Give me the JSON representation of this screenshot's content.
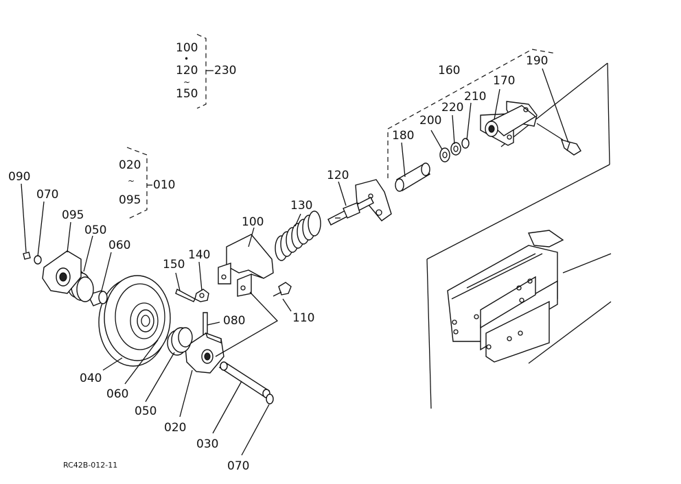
{
  "diagram": {
    "reference_code": "RC42B-012-11",
    "group_230": {
      "items": [
        "100",
        "120",
        "150"
      ],
      "joiner_1": "•",
      "joiner_2": "~",
      "group": "230"
    },
    "group_010": {
      "items": [
        "020",
        "095"
      ],
      "joiner": "~",
      "group": "010"
    },
    "part_labels": {
      "p090": "090",
      "p070a": "070",
      "p095": "095",
      "p050a": "050",
      "p060a": "060",
      "p150": "150",
      "p140": "140",
      "p100": "100",
      "p130": "130",
      "p120": "120",
      "p180": "180",
      "p160": "160",
      "p200": "200",
      "p220": "220",
      "p210": "210",
      "p170": "170",
      "p190": "190",
      "p110": "110",
      "p080": "080",
      "p040": "040",
      "p060b": "060",
      "p050b": "050",
      "p020": "020",
      "p030": "030",
      "p070b": "070"
    }
  }
}
